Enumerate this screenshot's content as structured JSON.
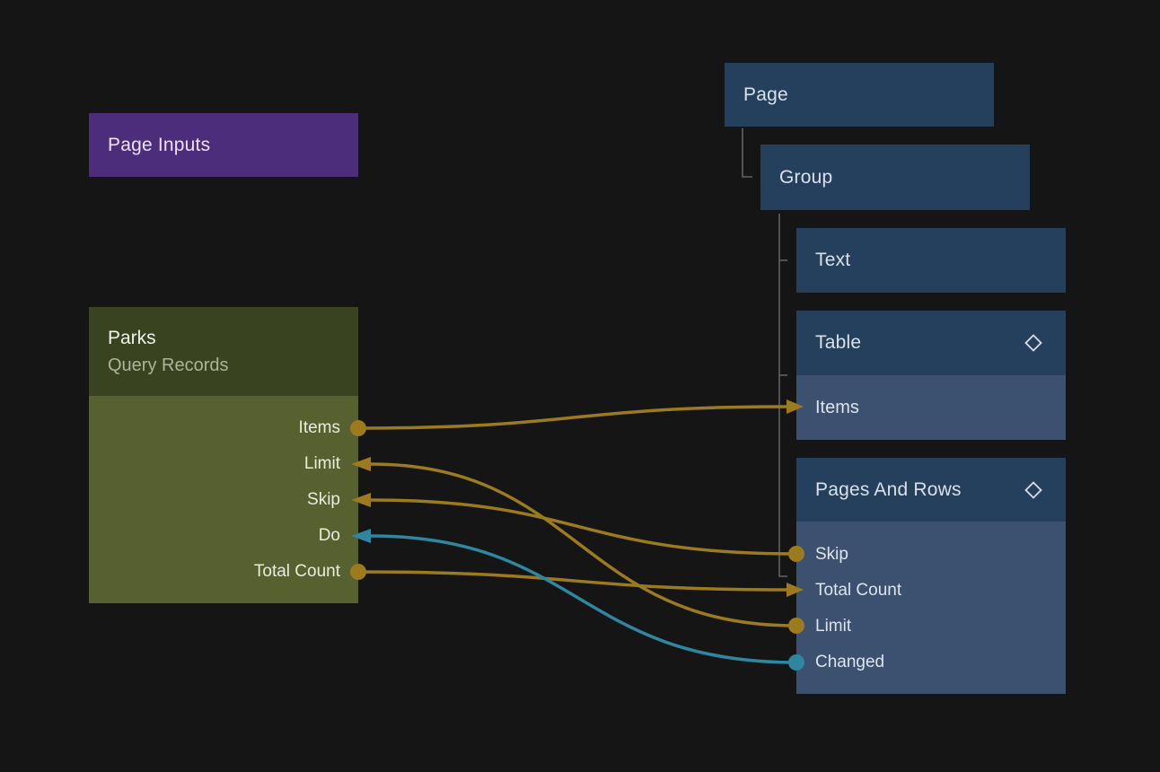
{
  "colors": {
    "background": "#151515",
    "gold": "#9c7a1e",
    "teal": "#2e86a0",
    "purple": "#4c2d7c",
    "olive_header": "#3a431f",
    "olive_body": "#57602f",
    "blue_header": "#25405c",
    "blue_row": "#3b516f",
    "tree_line": "#606264"
  },
  "page_inputs": {
    "title": "Page Inputs"
  },
  "parks": {
    "title": "Parks",
    "subtitle": "Query Records",
    "ports": [
      {
        "label": "Items",
        "direction": "output",
        "color": "gold"
      },
      {
        "label": "Limit",
        "direction": "input",
        "color": "gold"
      },
      {
        "label": "Skip",
        "direction": "input",
        "color": "gold"
      },
      {
        "label": "Do",
        "direction": "input",
        "color": "teal"
      },
      {
        "label": "Total Count",
        "direction": "output",
        "color": "gold"
      }
    ]
  },
  "nodes": {
    "page": {
      "title": "Page"
    },
    "group": {
      "title": "Group"
    },
    "text": {
      "title": "Text"
    },
    "table": {
      "title": "Table",
      "has_diamond_icon": true,
      "rows": [
        {
          "label": "Items"
        }
      ]
    },
    "pages_and_rows": {
      "title": "Pages And Rows",
      "has_diamond_icon": true,
      "rows": [
        {
          "label": "Skip"
        },
        {
          "label": "Total Count"
        },
        {
          "label": "Limit"
        },
        {
          "label": "Changed"
        }
      ]
    }
  },
  "connections": [
    {
      "from": "Parks.Items",
      "to": "Table.Items",
      "color": "gold"
    },
    {
      "from": "Pages And Rows.Skip",
      "to": "Parks.Skip",
      "color": "gold"
    },
    {
      "from": "Pages And Rows.Limit",
      "to": "Parks.Limit",
      "color": "gold"
    },
    {
      "from": "Pages And Rows.Changed",
      "to": "Parks.Do",
      "color": "teal"
    },
    {
      "from": "Parks.Total Count",
      "to": "Pages And Rows.Total Count",
      "color": "gold"
    }
  ]
}
